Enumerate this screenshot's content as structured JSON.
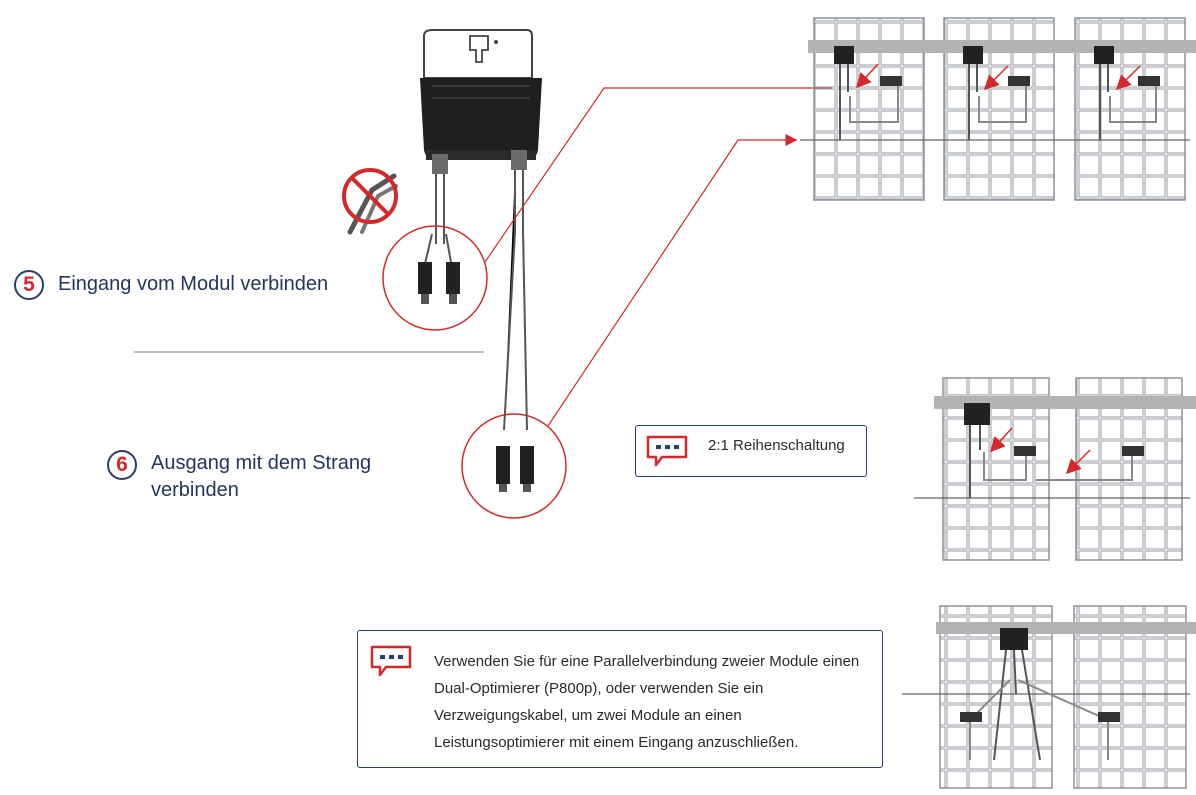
{
  "steps": [
    {
      "number": "5",
      "text": "Eingang vom Modul verbinden"
    },
    {
      "number": "6",
      "text": "Ausgang mit dem Strang verbinden"
    }
  ],
  "notes": {
    "series": "2:1 Reihenschaltung",
    "parallel": "Verwenden Sie für eine Parallelverbindung zweier Module einen Dual-Optimierer (P800p), oder verwenden Sie ein Verzweigungskabel, um zwei Module an einen Leistungsoptimierer mit einem Eingang anzuschließen."
  },
  "icons": {
    "note_icon": "chat-bubble-icon",
    "prohibited": "no-tool-icon"
  },
  "colors": {
    "accent_red": "#d6282b",
    "navy": "#26416e",
    "panel_frame": "#9aa0a6",
    "panel_bar": "#b3b3b3",
    "optimizer_body": "#1f1f1f"
  }
}
